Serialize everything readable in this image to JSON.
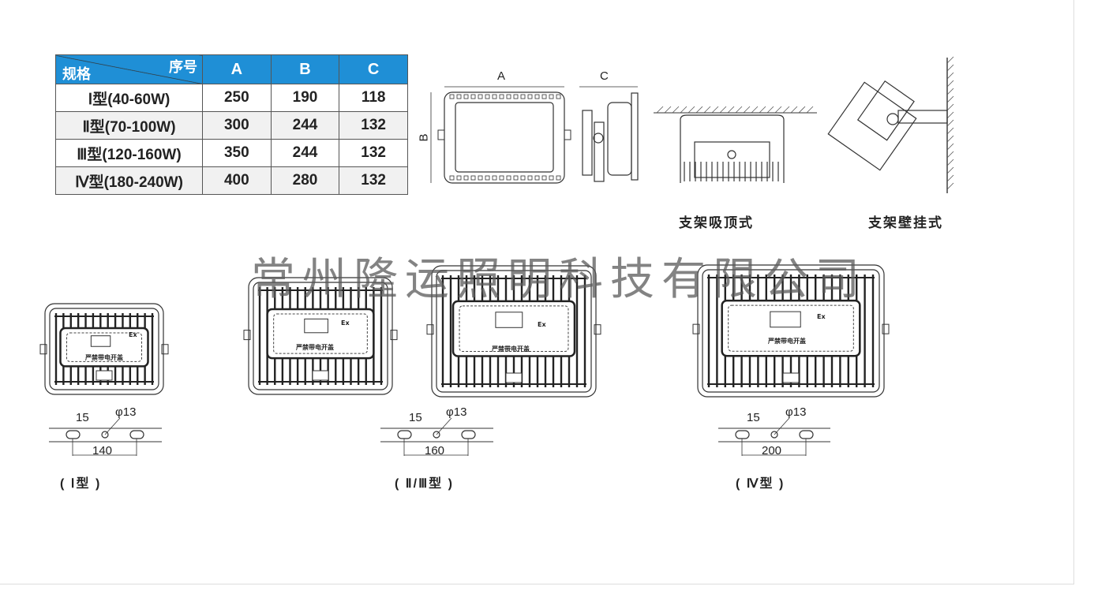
{
  "table": {
    "header_row_label": "序号",
    "header_col_label": "规格",
    "columns": [
      "A",
      "B",
      "C"
    ],
    "rows": [
      {
        "spec": "Ⅰ型(40-60W)",
        "A": "250",
        "B": "190",
        "C": "118"
      },
      {
        "spec": "Ⅱ型(70-100W)",
        "A": "300",
        "B": "244",
        "C": "132"
      },
      {
        "spec": "Ⅲ型(120-160W)",
        "A": "350",
        "B": "244",
        "C": "132"
      },
      {
        "spec": "Ⅳ型(180-240W)",
        "A": "400",
        "B": "280",
        "C": "132"
      }
    ],
    "header_color": "#1f8fd6"
  },
  "views": {
    "front_dim_a": "A",
    "front_dim_b": "B",
    "side_dim_c": "C",
    "ceiling_mount_label": "支架吸顶式",
    "wall_mount_label": "支架壁挂式"
  },
  "lamp_panel": {
    "mark": "Ex",
    "warning": "严禁带电开盖"
  },
  "brackets": [
    {
      "slot": "15",
      "hole": "φ13",
      "spacing": "140",
      "type_label": "( Ⅰ型 )"
    },
    {
      "slot": "15",
      "hole": "φ13",
      "spacing": "160",
      "type_label": "( Ⅱ/Ⅲ型 )"
    },
    {
      "slot": "15",
      "hole": "φ13",
      "spacing": "200",
      "type_label": "( Ⅳ型 )"
    }
  ],
  "watermark": "常州隆运照明科技有限公司"
}
